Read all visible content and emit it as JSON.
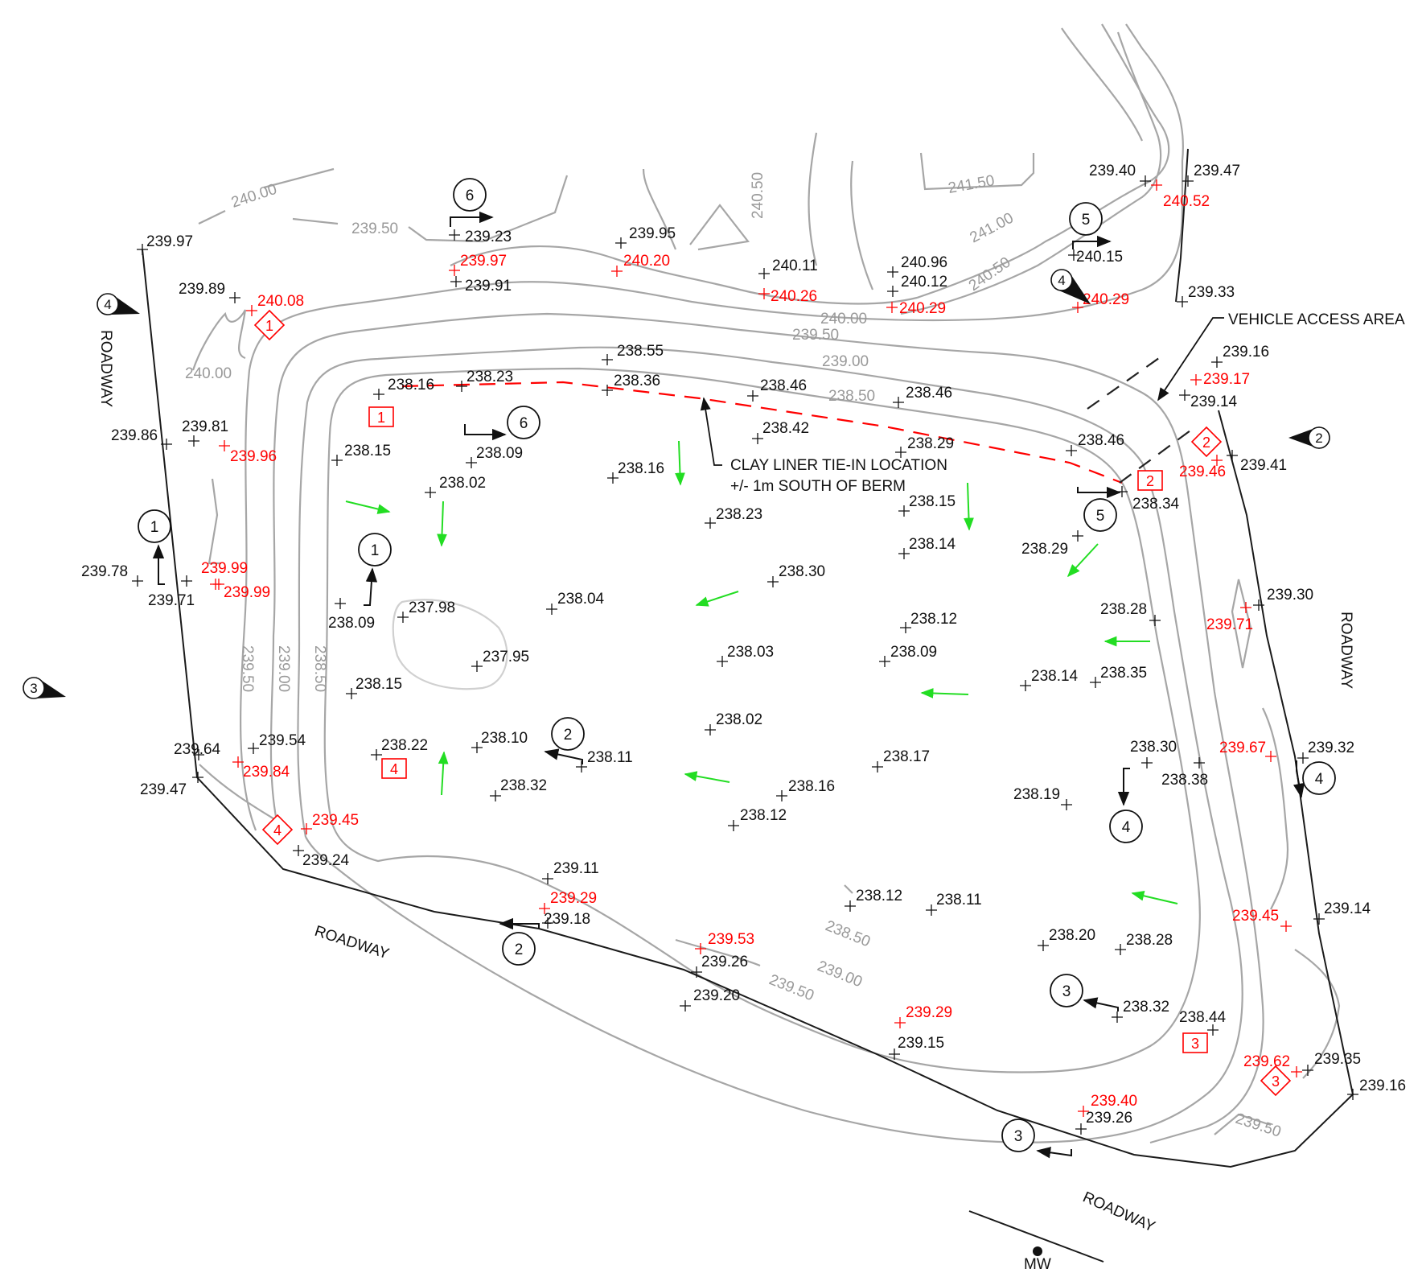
{
  "colors": {
    "existing": "#111111",
    "design": "#ff0000",
    "contour": "#a6a6a6",
    "contour_label": "#999999",
    "flow_arrow": "#22dd22",
    "boundary": "#1a1a1a",
    "liner_tie_in": "#ff0000"
  },
  "roadway_label": "ROADWAY",
  "notes": {
    "clay_liner_1": "CLAY LINER TIE-IN LOCATION",
    "clay_liner_2": "+/- 1m SOUTH OF BERM",
    "vehicle_access": "VEHICLE ACCESS AREA",
    "monitoring_well": "MW"
  },
  "contour_labels": [
    "240.00",
    "239.50",
    "240.50",
    "241.50",
    "241.00",
    "240.50",
    "240.00",
    "239.50",
    "239.00",
    "238.50",
    "240.00",
    "239.50",
    "239.00",
    "238.50",
    "238.50",
    "239.00",
    "239.50",
    "239.50"
  ],
  "existing_elevations": [
    "239.97",
    "239.89",
    "239.86",
    "239.81",
    "239.78",
    "239.71",
    "239.64",
    "239.54",
    "239.47",
    "239.24",
    "239.23",
    "239.91",
    "239.95",
    "240.11",
    "240.96",
    "240.12",
    "239.40",
    "239.47",
    "240.15",
    "239.33",
    "238.55",
    "238.36",
    "238.16",
    "238.23",
    "238.46",
    "238.46",
    "238.42",
    "238.29",
    "238.46",
    "239.16",
    "239.14",
    "239.41",
    "238.15",
    "238.09",
    "238.02",
    "238.16",
    "238.23",
    "238.15",
    "238.34",
    "238.29",
    "238.14",
    "238.30",
    "238.09",
    "237.98",
    "238.04",
    "237.95",
    "238.12",
    "238.09",
    "238.03",
    "238.28",
    "239.30",
    "238.15",
    "238.14",
    "238.35",
    "238.02",
    "238.22",
    "238.10",
    "238.11",
    "238.32",
    "238.17",
    "238.16",
    "238.12",
    "238.30",
    "238.38",
    "239.32",
    "238.19",
    "239.11",
    "239.18",
    "238.12",
    "238.11",
    "239.26",
    "239.20",
    "238.20",
    "238.28",
    "239.14",
    "238.32",
    "238.44",
    "239.15",
    "239.26",
    "239.35",
    "239.16"
  ],
  "design_elevations": [
    "240.08",
    "239.96",
    "239.99",
    "239.99",
    "239.84",
    "239.45",
    "239.97",
    "240.20",
    "240.26",
    "240.29",
    "240.52",
    "240.29",
    "239.17",
    "239.46",
    "239.71",
    "239.67",
    "239.29",
    "239.53",
    "239.45",
    "239.29",
    "239.40",
    "239.62"
  ],
  "section_callouts": [
    "6",
    "6",
    "5",
    "5",
    "1",
    "1",
    "2",
    "2",
    "3",
    "3",
    "4",
    "4"
  ],
  "view_markers": [
    "4",
    "2",
    "3",
    "4"
  ],
  "tie_in_points": [
    "1",
    "2",
    "3",
    "4"
  ],
  "diamond_points": [
    "1",
    "2",
    "3",
    "4"
  ]
}
